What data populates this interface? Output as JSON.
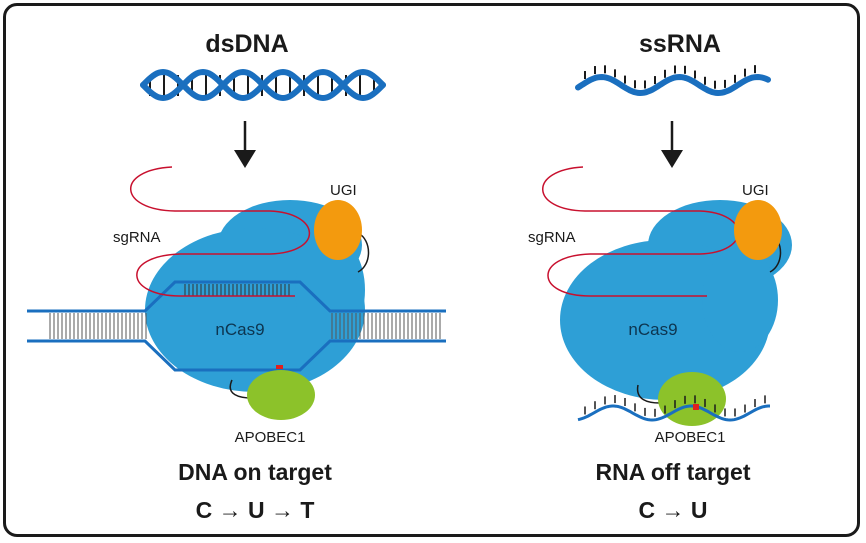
{
  "colors": {
    "strand": "#1a6fbf",
    "cas9": "#2e9fd6",
    "ugi": "#f39a0e",
    "apobec": "#8cc22a",
    "sgrna": "#c8102e",
    "mark": "#e0201e",
    "ink": "#1a1a1a"
  },
  "left_panel": {
    "title": "dsDNA",
    "substrate_icon": "double-helix",
    "sgrna_label": "sgRNA",
    "ugi_label": "UGI",
    "cas9_label": "nCas9",
    "apobec_label": "APOBEC1",
    "caption": "DNA on target",
    "conversion": "C → U → T"
  },
  "right_panel": {
    "title": "ssRNA",
    "substrate_icon": "single-strand-wave",
    "sgrna_label": "sgRNA",
    "ugi_label": "UGI",
    "cas9_label": "nCas9",
    "apobec_label": "APOBEC1",
    "caption": "RNA off target",
    "conversion": "C → U"
  }
}
